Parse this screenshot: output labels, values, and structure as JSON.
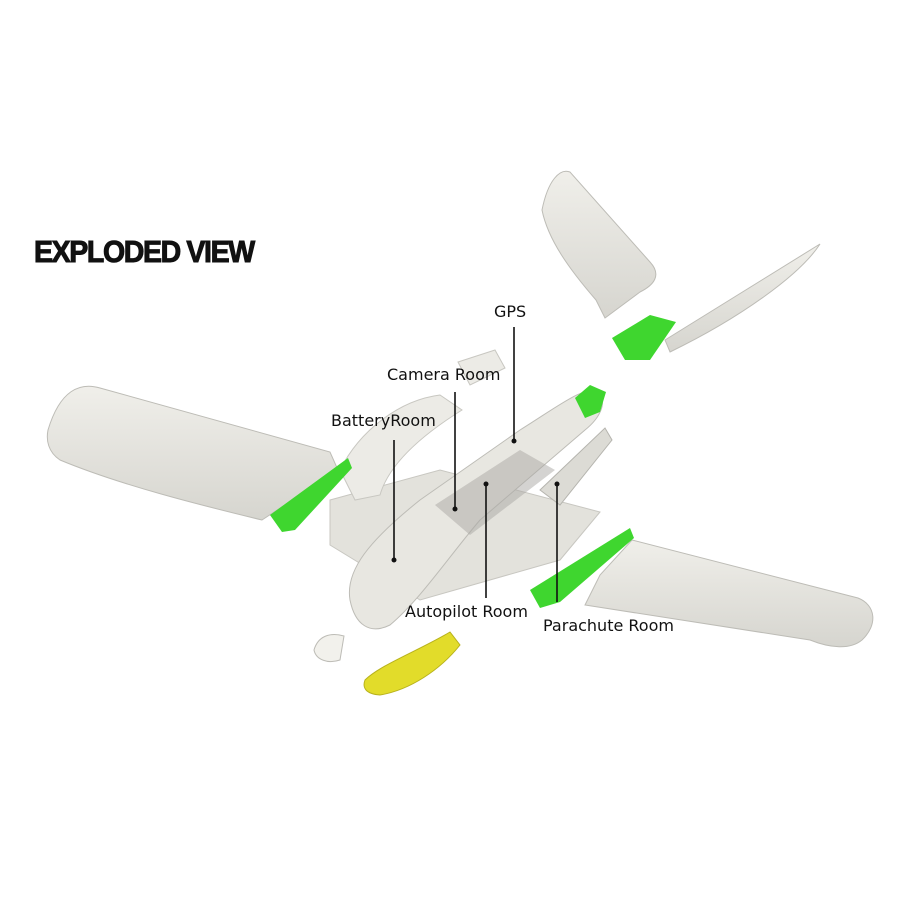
{
  "title": "EXPLODED VIEW",
  "labels": {
    "gps": "GPS",
    "camera_room": "Camera Room",
    "battery_room": "BatteryRoom",
    "autopilot_room": "Autopilot Room",
    "parachute_room": "Parachute Room"
  },
  "colors": {
    "body": "#e9e8e2",
    "body_shade": "#cfcec8",
    "green": "#3fd62f",
    "yellow": "#e2dc2a",
    "text": "#111111"
  }
}
